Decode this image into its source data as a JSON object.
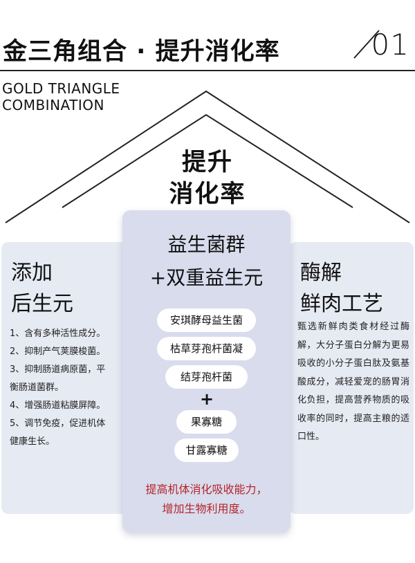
{
  "header": {
    "title": "金三角组合 · 提升消化率",
    "number": "01",
    "subtitle_line1": "GOLD TRIANGLE",
    "subtitle_line2": "COMBINATION"
  },
  "roof": {
    "line1": "提升",
    "line2": "消化率"
  },
  "left_panel": {
    "heading_line1": "添加",
    "heading_line2": "后生元",
    "items": [
      "1、含有多种活性成分。",
      "2、抑制产气荚膜梭菌。",
      "3、抑制肠道病原菌，平",
      "衡肠道菌群。",
      "4、增强肠道粘膜屏障。",
      "5、调节免疫，促进机体",
      "健康生长。"
    ]
  },
  "center_panel": {
    "heading_line1": "益生菌群",
    "heading_line2": "+双重益生元",
    "probiotics": [
      "安琪酵母益生菌",
      "枯草芽孢杆菌凝",
      "结芽孢杆菌"
    ],
    "plus": "+",
    "prebiotics": [
      "果寡糖",
      "甘露寡糖"
    ],
    "footer_line1": "提高机体消化吸收能力，",
    "footer_line2": "增加生物利用度。",
    "footer_color": "#b62328"
  },
  "right_panel": {
    "heading_line1": "酶解",
    "heading_line2": "鲜肉工艺",
    "paragraph": "甄选新鲜肉类食材经过酶解，大分子蛋白分解为更易吸收的小分子蛋白肽及氨基酸成分，减轻爱宠的肠胃消化负担，提高营养物质的吸收率的同时，提高主粮的适口性。"
  },
  "colors": {
    "panel_side": "#e6eaf3",
    "panel_center": "#d8dced",
    "pill": "#ffffff"
  }
}
